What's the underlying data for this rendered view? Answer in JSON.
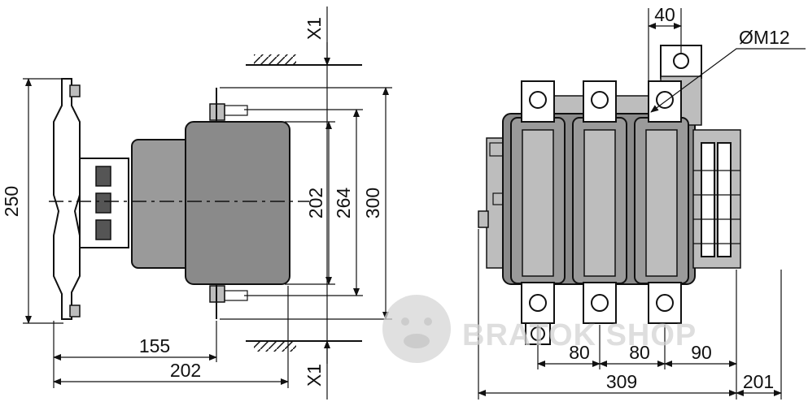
{
  "dimensions": {
    "d40": "40",
    "dM12": "ØM12",
    "d250": "250",
    "d202v": "202",
    "d264": "264",
    "d300": "300",
    "dX1top": "X1",
    "dX1bot": "X1",
    "d155": "155",
    "d202h": "202",
    "d80a": "80",
    "d80b": "80",
    "d90": "90",
    "d309": "309",
    "d201": "201"
  },
  "watermark": {
    "text": "BRATOK SHOP"
  }
}
